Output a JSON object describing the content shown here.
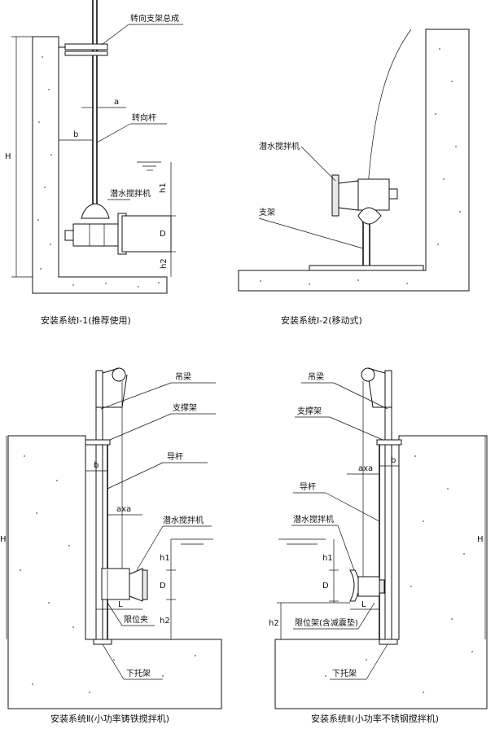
{
  "panel1": {
    "caption": "安装系统Ⅰ-1(推荐使用)",
    "labels": {
      "guide_frame": "转向支架总成",
      "guide_rod": "转向杆",
      "mixer": "潜水搅拌机"
    },
    "dims": {
      "a": "a",
      "b": "b",
      "H": "H",
      "h1": "h1",
      "D": "D",
      "h2": "h2"
    }
  },
  "panel2": {
    "caption": "安装系统Ⅰ-2(移动式)",
    "labels": {
      "mixer": "潜水搅拌机",
      "support": "支架"
    }
  },
  "panel3": {
    "caption": "安装系统Ⅱ(小功率铸铁搅拌机)",
    "labels": {
      "beam": "吊梁",
      "brace": "支撑架",
      "guide_rod": "导杆",
      "mixer": "潜水搅拌机",
      "stopper": "限位夹",
      "bottom_bracket": "下托架"
    },
    "dims": {
      "b": "b",
      "axa": "axa",
      "H": "H",
      "h1": "h1",
      "D": "D",
      "L": "L",
      "h2": "h2"
    }
  },
  "panel4": {
    "caption": "安装系统Ⅱ(小功率不锈钢搅拌机)",
    "labels": {
      "beam": "吊梁",
      "brace": "支撑架",
      "guide_rod": "导杆",
      "mixer": "潜水搅拌机",
      "stopper": "限位架(含减震垫)",
      "bottom_bracket": "下托架"
    },
    "dims": {
      "axa": "axa",
      "b": "b",
      "H": "H",
      "h1": "h1",
      "D": "D",
      "L": "L",
      "h2": "h2"
    }
  }
}
